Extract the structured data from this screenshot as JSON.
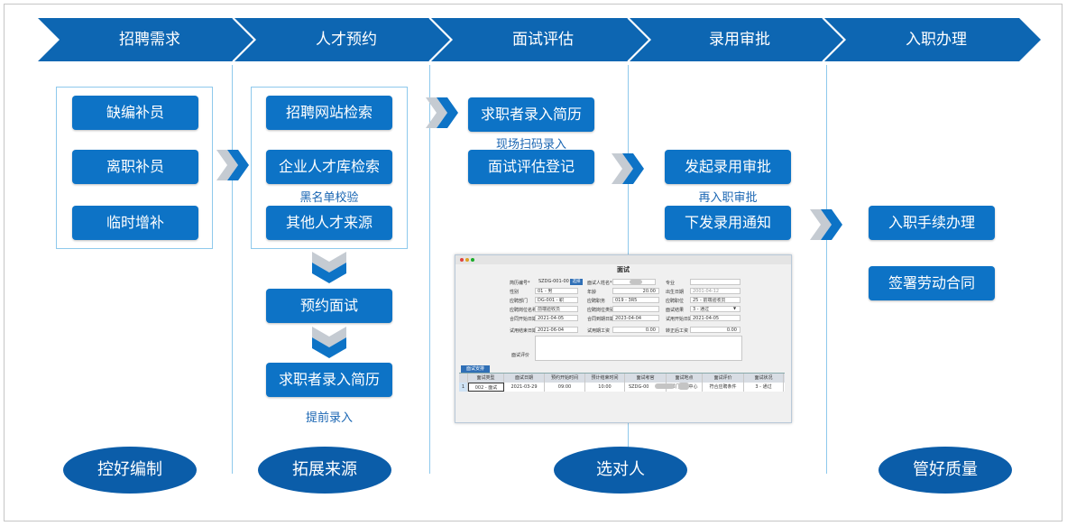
{
  "stages": [
    {
      "label": "招聘需求"
    },
    {
      "label": "人才预约"
    },
    {
      "label": "面试评估"
    },
    {
      "label": "录用审批"
    },
    {
      "label": "入职办理"
    }
  ],
  "col1": {
    "buttons": [
      "缺编补员",
      "离职补员",
      "临时增补"
    ]
  },
  "col2": {
    "buttons": [
      "招聘网站检索",
      "企业人才库检索",
      "其他人才来源",
      "预约面试",
      "求职者录入简历"
    ],
    "notes": {
      "blacklist": "黑名单校验",
      "advance": "提前录入"
    }
  },
  "col3": {
    "buttons": [
      "求职者录入简历",
      "面试评估登记"
    ],
    "notes": {
      "scan": "现场扫码录入"
    }
  },
  "col4": {
    "buttons": [
      "发起录用审批",
      "下发录用通知"
    ],
    "notes": {
      "reentry": "再入职审批"
    }
  },
  "col5": {
    "buttons": [
      "入职手续办理",
      "签署劳动合同"
    ]
  },
  "ovals": [
    "控好编制",
    "拓展来源",
    "选对人",
    "管好质量"
  ],
  "form": {
    "title": "面试",
    "window_dots": [
      "#e0443e",
      "#dea123",
      "#1aab29"
    ],
    "fields": {
      "resume_no_label": "简历编号*",
      "resume_no_value": "SZDG-001-00",
      "select_btn": "选择",
      "candidate_label": "面试人姓名*",
      "major_label": "专业",
      "gender_label": "性别",
      "gender_value": "01 - 男",
      "age_label": "年龄",
      "age_value": "20.00",
      "birth_label": "出生日期",
      "birth_value": "2001-04-12",
      "dept_label": "应聘部门",
      "dept_value": "DG-001 - 职",
      "job_label": "应聘职务",
      "job_value": "019 - 3R5",
      "post_label": "应聘职位",
      "post_value": "25 - 前端验收员",
      "postname_label": "应聘岗位名称",
      "postname_value": "前端验收员",
      "postdetail_label": "应聘岗位类别",
      "result_label": "面试结果",
      "result_value": "3 - 通过",
      "contract_start_label": "合同开始日期",
      "contract_start_value": "2021-04-05",
      "contract_end_label": "合同到期日期",
      "contract_end_value": "2023-04-04",
      "trial_start_label": "试用开始日期",
      "trial_start_value": "2021-04-05",
      "trial_end_label": "试用结束日期",
      "trial_end_value": "2021-06-04",
      "trial_wage_label": "试用期工资",
      "trial_wage_value": "0.00",
      "regular_wage_label": "转正后工资",
      "regular_wage_value": "0.00",
      "comment_label": "面试评价"
    },
    "tab_label": "面试安排",
    "grid_headers": [
      "面试类型",
      "面试日期",
      "预约开始时间",
      "预计结束时间",
      "面试考官",
      "面试地点",
      "面试评价",
      "面试状况"
    ],
    "grid_rows": [
      {
        "num": "1",
        "cells": [
          "002 - 面试",
          "2021-03-29",
          "09:00",
          "10:00",
          "SZDG-00",
          "部门办事中心",
          "符合应聘条件",
          "3 - 通过"
        ]
      }
    ]
  }
}
